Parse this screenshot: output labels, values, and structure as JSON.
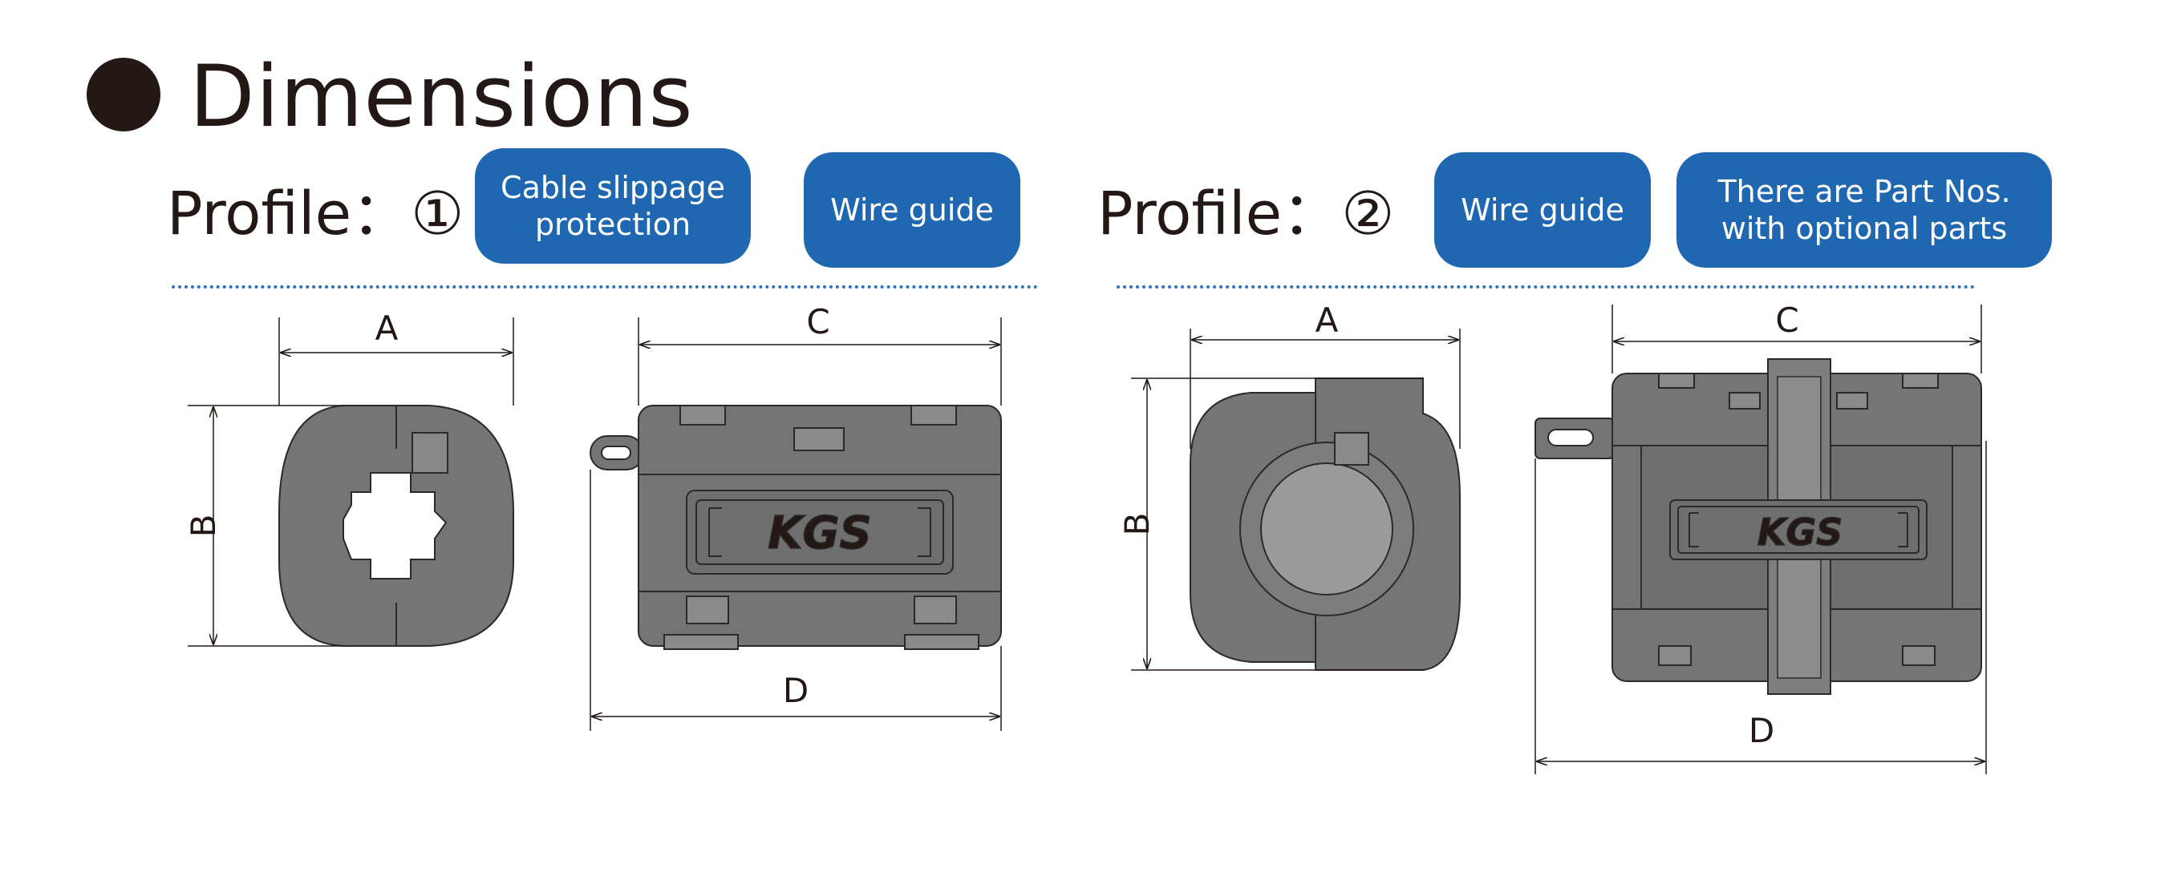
{
  "title": "Dimensions",
  "profile_1": {
    "label": "Profile：①",
    "badges": [
      "Cable slippage\nprotection",
      "Wire guide"
    ]
  },
  "profile_2": {
    "label": "Profile：②",
    "badges": [
      "Wire guide",
      "There are Part Nos.\nwith optional parts"
    ]
  },
  "dimension_labels": {
    "a": "A",
    "b": "B",
    "c": "C",
    "d": "D"
  },
  "logo_text": "KGS",
  "colors": {
    "badge": "#1f67b1",
    "divider": "#2d6fb7",
    "ink": "#231815",
    "body": "#757575"
  }
}
